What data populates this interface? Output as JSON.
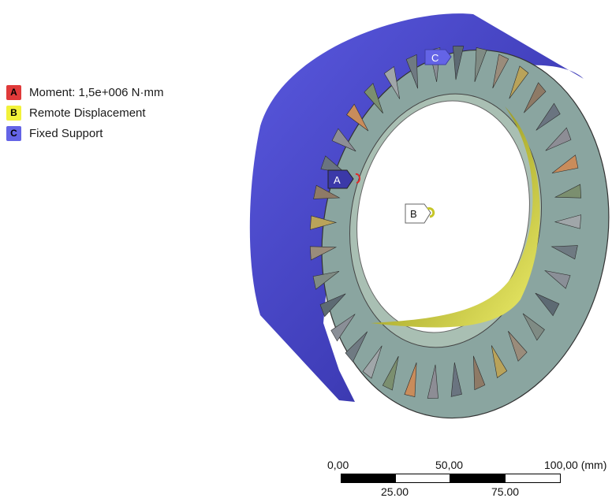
{
  "legend": {
    "items": [
      {
        "key": "A",
        "label": "Moment: 1,5e+006 N·mm",
        "color": "#e03a3a"
      },
      {
        "key": "B",
        "label": "Remote Displacement",
        "color": "#f2f23a"
      },
      {
        "key": "C",
        "label": "Fixed Support",
        "color": "#6464e6"
      }
    ]
  },
  "model": {
    "tags": {
      "a": "A",
      "b": "B",
      "c": "C"
    },
    "colors": {
      "outer_shell": "#4a48c8",
      "ring_face": "#a9bfb3",
      "inner_bore": "#b8b838"
    }
  },
  "scale": {
    "top_labels": [
      "0,00",
      "50,00",
      "100,00 (mm)"
    ],
    "bottom_labels": [
      "25.00",
      "75.00"
    ]
  }
}
